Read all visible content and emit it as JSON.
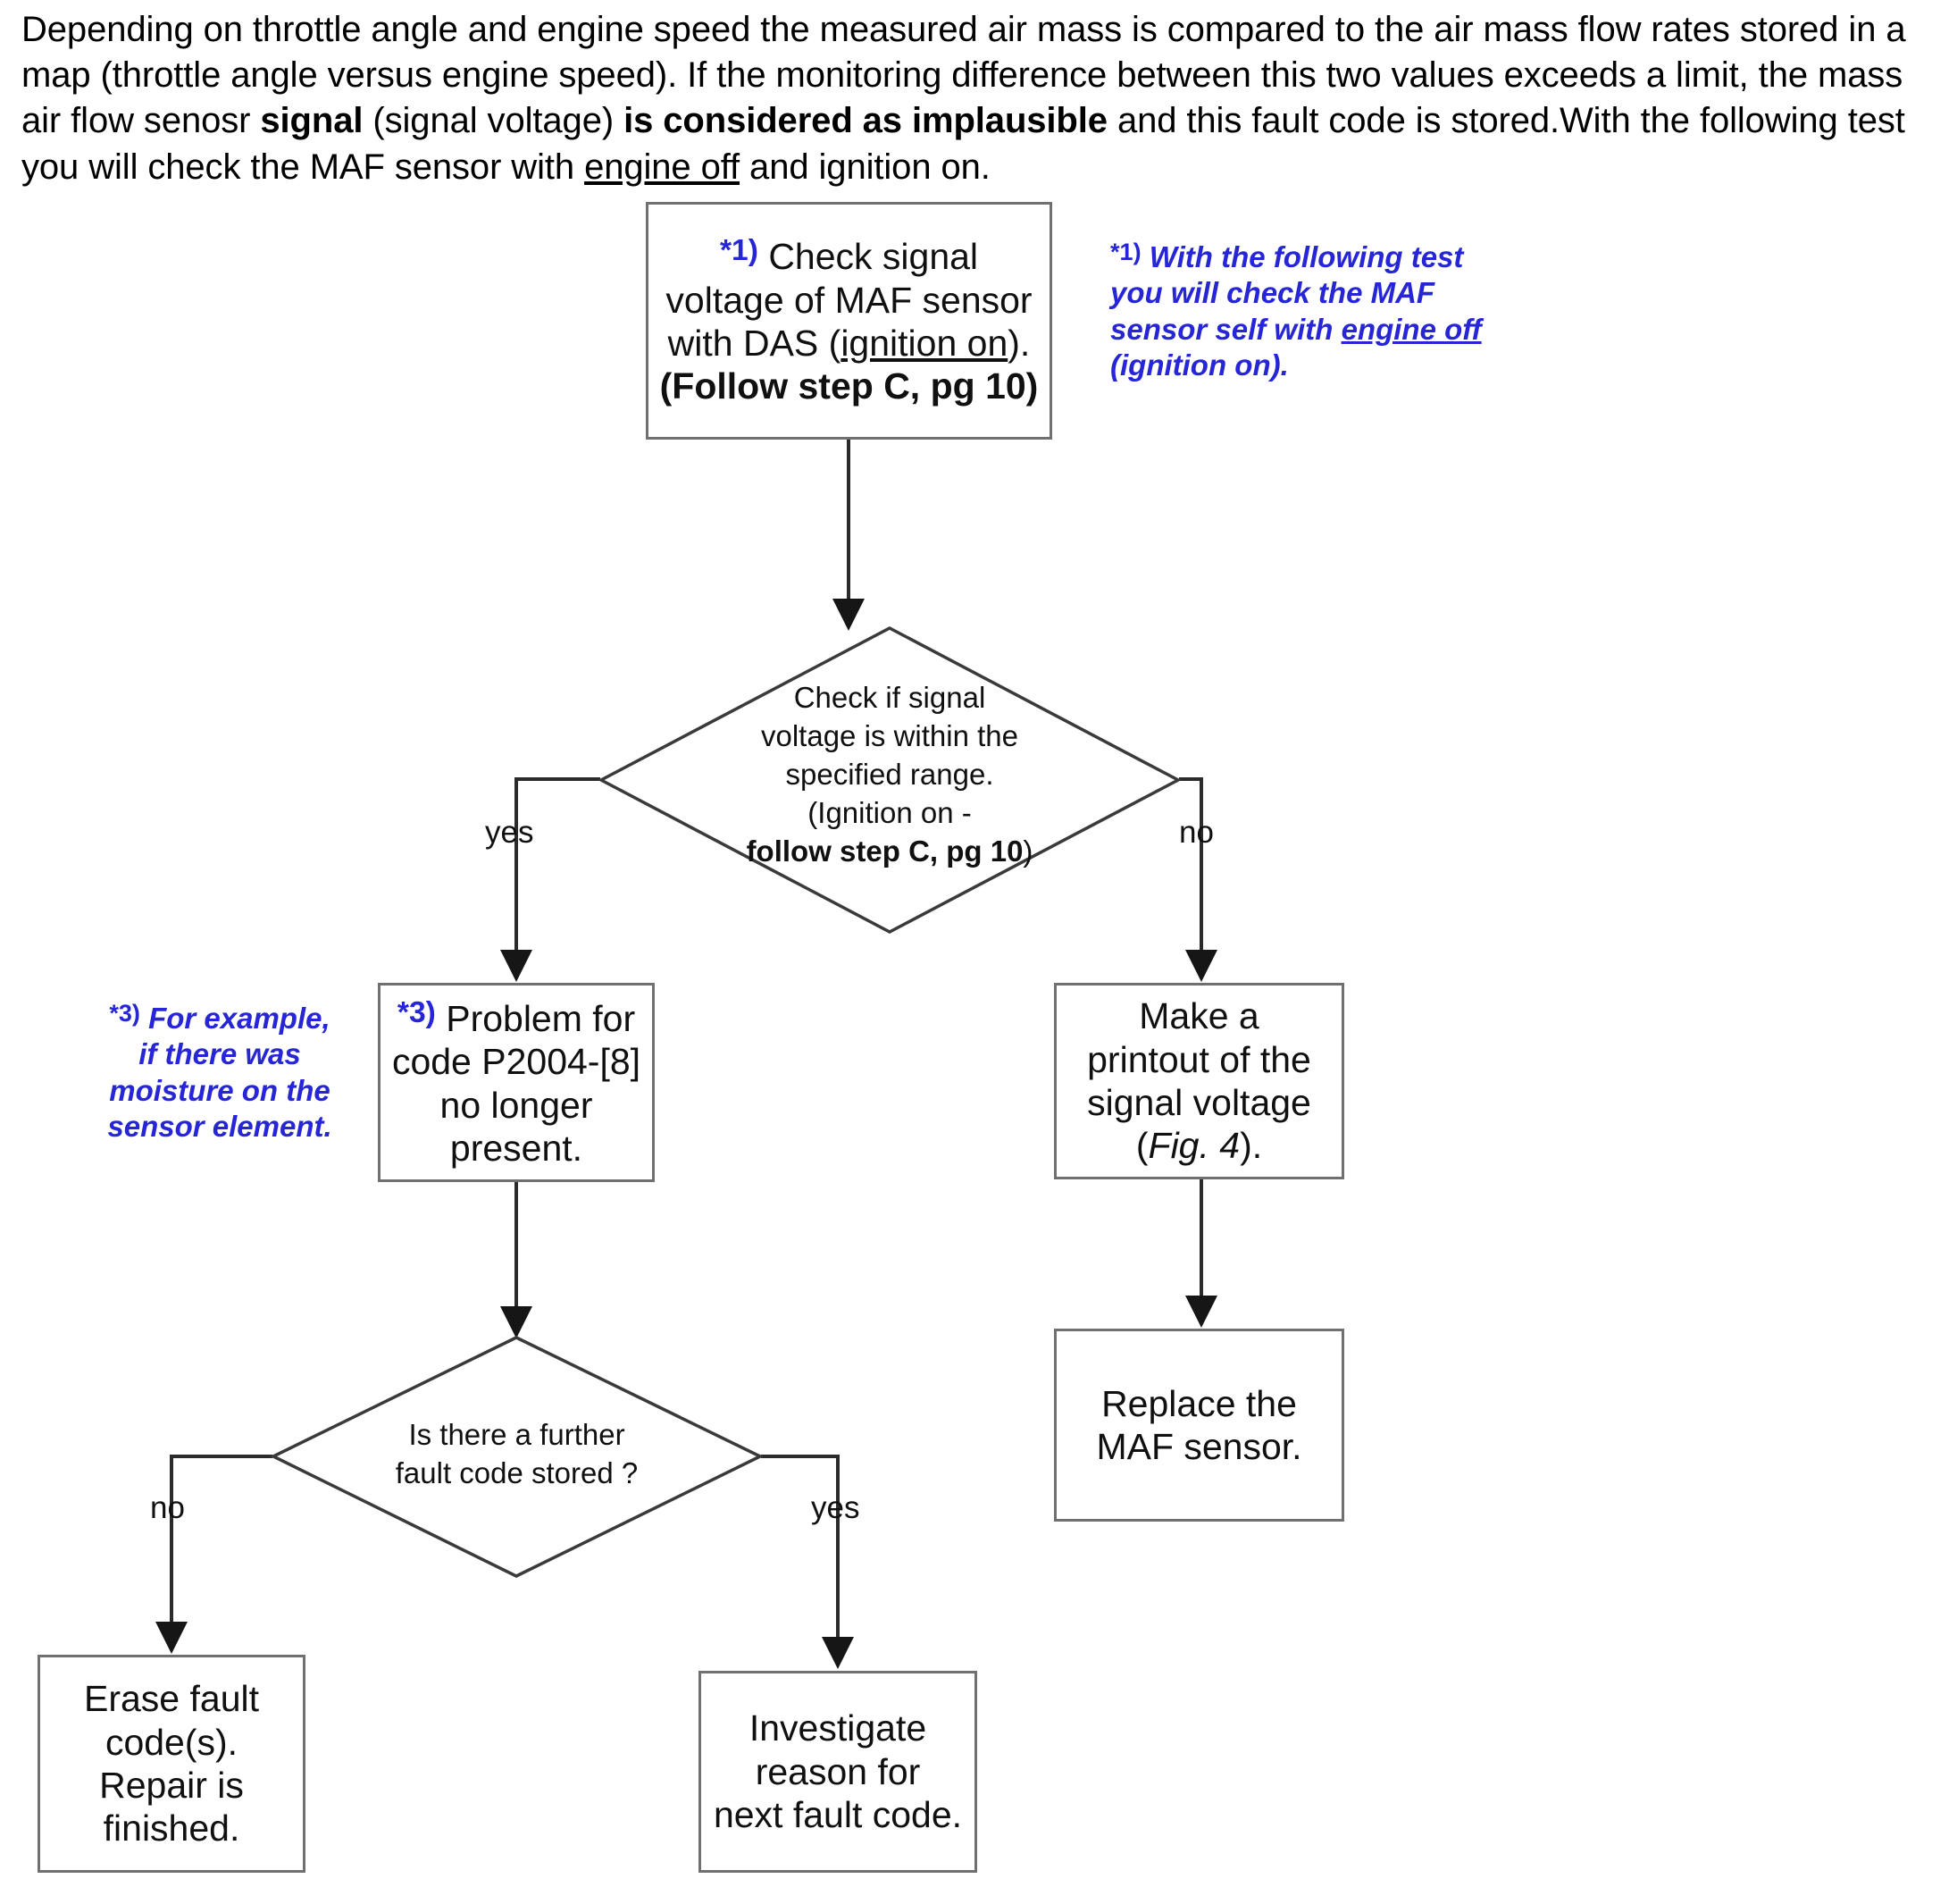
{
  "intro": {
    "seg1": "Depending on throttle angle and engine speed the measured air mass is compared to the air mass flow rates stored in a map (throttle angle versus engine speed). If the monitoring difference between this two values exceeds a limit, the mass air flow senosr ",
    "bold1": "signal",
    "seg2": " (signal voltage) ",
    "bold2": "is considered as implausible",
    "seg3": " and this fault code is stored.With the following test you will check the  MAF sensor with ",
    "underline1": "engine off",
    "seg4": " and ignition on."
  },
  "flow": {
    "box_check_signal": {
      "marker": "*1)",
      "line1": " Check signal",
      "line2": "voltage of  MAF sensor",
      "line3a": "with DAS  (",
      "line3b": "ignition on",
      "line3c": ").",
      "line4": "(Follow step C, pg 10)"
    },
    "diamond_signal_range": {
      "line1": "Check if signal",
      "line2": "voltage is within the",
      "line3": "specified range.",
      "line4": "(Ignition on -",
      "line5a": "follow step C, pg 10",
      "line5b": ")"
    },
    "box_problem_gone": {
      "marker": "*3)",
      "line1": " Problem for",
      "line2": "code P2004-[8]",
      "line3": "no longer",
      "line4": "present."
    },
    "box_printout": {
      "line1": "Make a",
      "line2": "printout of the",
      "line3": "signal voltage",
      "line4a": "(",
      "line4b": "Fig. 4",
      "line4c": ")."
    },
    "box_replace_sensor": {
      "line1": "Replace the",
      "line2": "MAF sensor."
    },
    "diamond_further_fault": {
      "line1": "Is there a further",
      "line2": "fault code stored ?"
    },
    "box_erase_codes": {
      "line1": "Erase fault",
      "line2": "code(s).",
      "line3": "Repair is",
      "line4": "finished."
    },
    "box_investigate": {
      "line1": "Investigate",
      "line2": "reason for",
      "line3": "next fault code."
    },
    "labels": {
      "d1_yes": "yes",
      "d1_no": "no",
      "d2_no": "no",
      "d2_yes": "yes"
    }
  },
  "annotations": {
    "note1": {
      "marker": "*1)",
      "line1": " With the following test",
      "line2": "you will check the  MAF",
      "line3a": "sensor self  with ",
      "line3b": "engine off",
      "line4": "(ignition on)."
    },
    "note3": {
      "marker": "*3)",
      "line1": " For example,",
      "line2": "if there was",
      "line3": "moisture on the",
      "line4": "sensor element."
    }
  },
  "colors": {
    "annotation_blue": "#2626d6",
    "node_border": "#707070",
    "diamond_stroke": "#3a3a3a",
    "connector": "#2b2b2b"
  }
}
